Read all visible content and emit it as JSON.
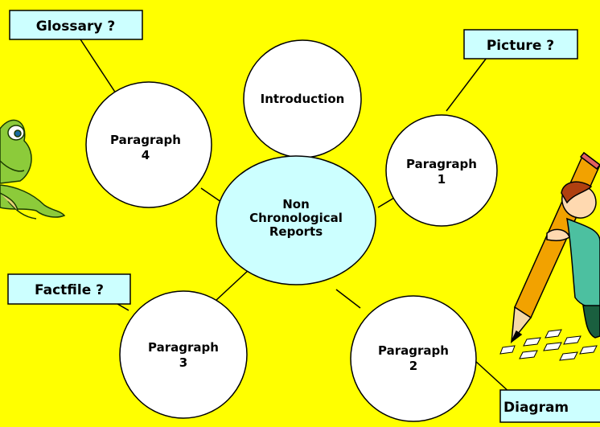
{
  "center": {
    "lines": [
      "Non",
      "Chronological",
      "Reports"
    ],
    "fill": "#CCFFFF"
  },
  "circles": {
    "introduction": [
      "Introduction"
    ],
    "paragraph1": [
      "Paragraph",
      "1"
    ],
    "paragraph2": [
      "Paragraph",
      "2"
    ],
    "paragraph3": [
      "Paragraph",
      "3"
    ],
    "paragraph4": [
      "Paragraph",
      "4"
    ]
  },
  "boxes": {
    "glossary": "Glossary ?",
    "picture": "Picture ?",
    "factfile": "Factfile ?",
    "diagram": "Diagram"
  },
  "colors": {
    "background": "#FFFF00",
    "box_fill": "#CCFFFF",
    "circle_fill": "#FFFFFF"
  },
  "clip_art": [
    "frog",
    "boy-carrying-pencil"
  ]
}
